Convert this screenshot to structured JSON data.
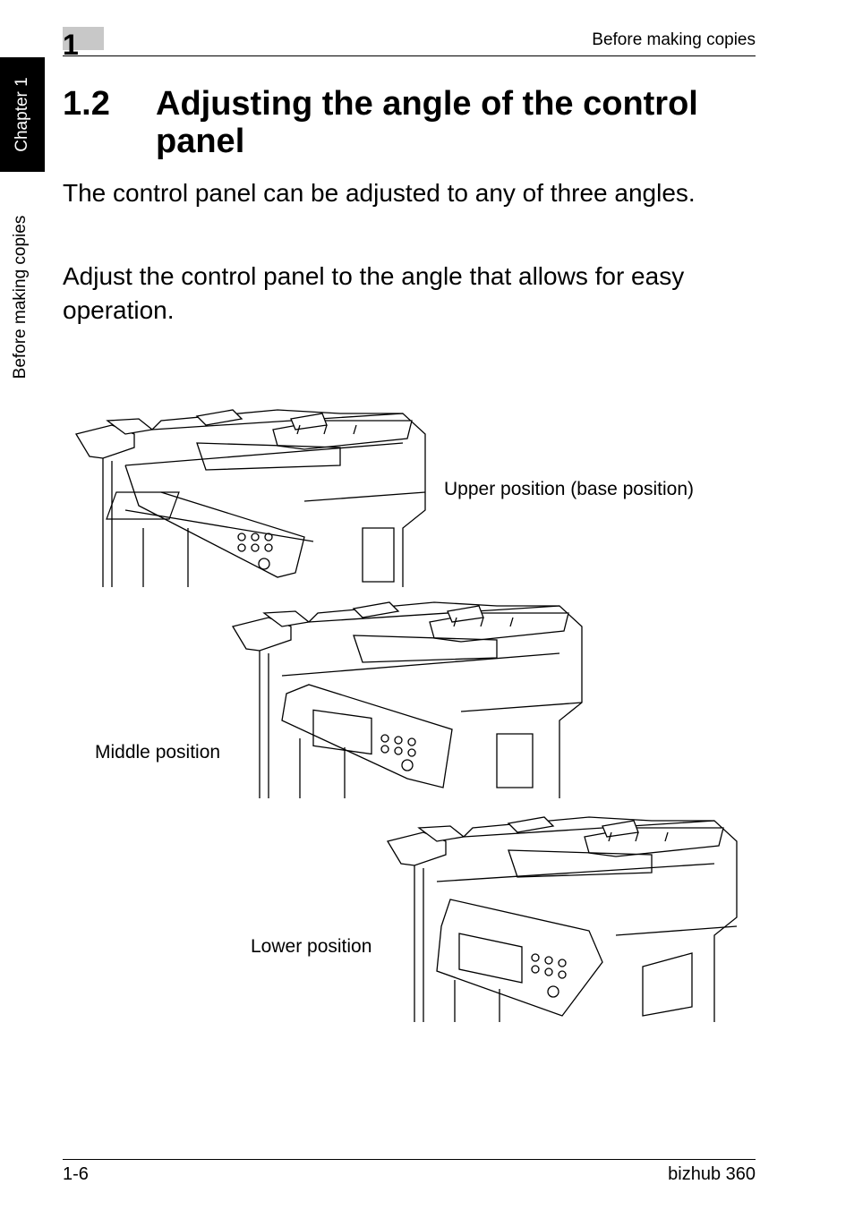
{
  "header": {
    "chapter_number": "1",
    "section_name": "Before making copies"
  },
  "side_tab": {
    "chapter_label": "Chapter 1",
    "section_label": "Before making copies"
  },
  "section": {
    "number": "1.2",
    "title": "Adjusting the angle of the control panel"
  },
  "paragraphs": {
    "p1": "The control panel can be adjusted to any of three angles.",
    "p2": "Adjust the control panel to the angle that allows for easy operation."
  },
  "figures": {
    "upper_caption": "Upper position (base position)",
    "middle_caption": "Middle position",
    "lower_caption": "Lower position"
  },
  "footer": {
    "page_number": "1-6",
    "product_name": "bizhub 360"
  }
}
